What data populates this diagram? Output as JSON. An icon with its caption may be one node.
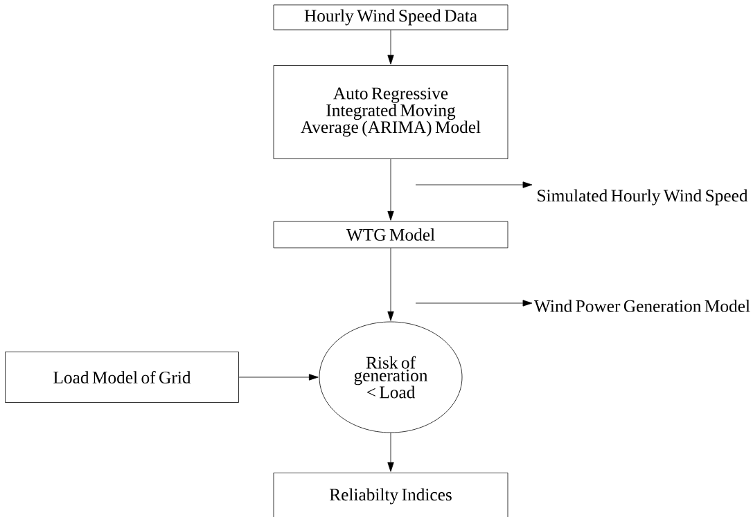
{
  "diagram": {
    "nodes": [
      {
        "text": [
          "Hourly Wind Speed Data"
        ]
      },
      {
        "text": [
          "Auto Regressive Integrated Moving Average (ARIMA) Model"
        ]
      },
      {
        "text": [
          "Simulated Hourly Wind Speed"
        ]
      },
      {
        "text": [
          "WTG Model"
        ]
      },
      {
        "text": [
          "Wind Power Generation Model"
        ]
      },
      {
        "text": [
          "Load Model of Grid"
        ]
      },
      {
        "text": [
          "Risk of generation < Load"
        ]
      },
      {
        "text": [
          "Reliabilty Indices"
        ]
      }
    ],
    "edges": [
      {
        "from": 0,
        "to": 1,
        "arrow": "to"
      },
      {
        "from": 1,
        "to": 3,
        "arrow": "to"
      },
      {
        "from": null,
        "to": 2,
        "arrow": "to"
      },
      {
        "from": 3,
        "to": 6,
        "arrow": "to"
      },
      {
        "from": null,
        "to": 4,
        "arrow": "to"
      },
      {
        "from": 5,
        "to": 6,
        "arrow": "to"
      },
      {
        "from": 6,
        "to": 7,
        "arrow": "to"
      }
    ]
  }
}
